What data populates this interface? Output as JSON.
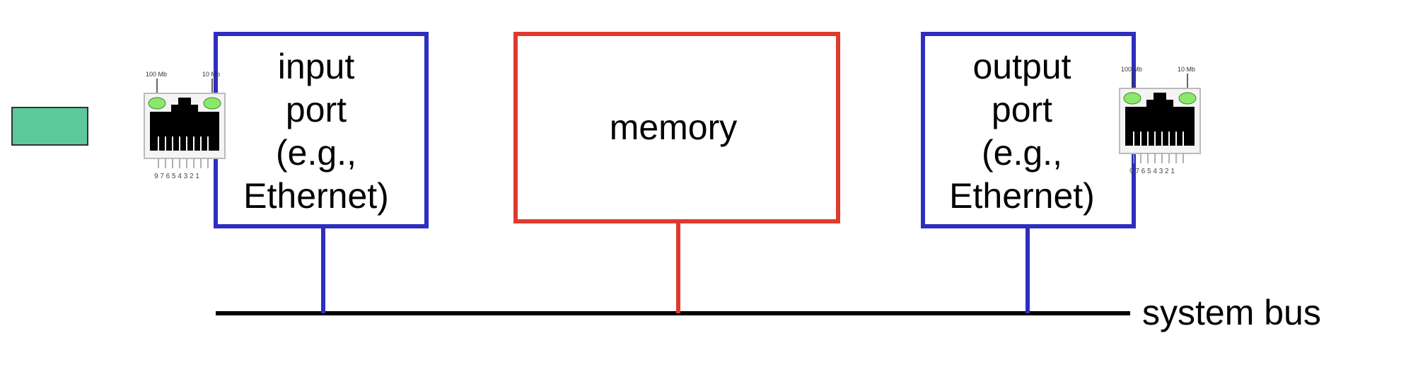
{
  "packet": {
    "color": "#5cc99b"
  },
  "input_port": {
    "lines": [
      "input",
      "port",
      "(e.g.,",
      "Ethernet)"
    ],
    "color": "#2e2ebf"
  },
  "memory": {
    "label": "memory",
    "color": "#e03a2e"
  },
  "output_port": {
    "lines": [
      "output",
      "port",
      "(e.g.,",
      "Ethernet)"
    ],
    "color": "#2e2ebf"
  },
  "system_bus": {
    "label": "system bus",
    "color": "#000000"
  },
  "jack": {
    "led_left_label": "100 Mb",
    "led_right_label": "10 Mb",
    "pin_numbers": "9 7 6 5 4 3 2 1",
    "led_color": "#8be86a",
    "body_color": "#000000"
  }
}
